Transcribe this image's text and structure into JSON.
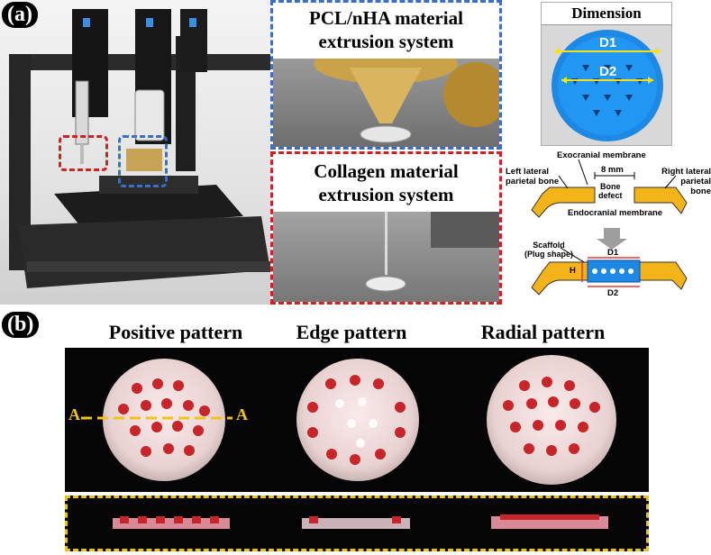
{
  "panel_a": {
    "label": "(a)",
    "pcl_title_line1": "PCL/nHA material",
    "pcl_title_line2": "extrusion system",
    "collagen_title_line1": "Collagen material",
    "collagen_title_line2": "extrusion system",
    "dimension_title": "Dimension",
    "d1": "D1",
    "d2": "D2",
    "exocranial": "Exocranial membrane",
    "left_lateral_line1": "Left lateral",
    "left_lateral_line2": "parietal bone",
    "right_lateral_line1": "Right lateral",
    "right_lateral_line2": "parietal bone",
    "mm": "8 mm",
    "bone_defect_line1": "Bone",
    "bone_defect_line2": "defect",
    "endocranial": "Endocranial membrane",
    "scaffold_line1": "Scaffold",
    "scaffold_line2": "(Plug shape)",
    "h_label": "H",
    "d1_small": "D1",
    "d2_small": "D2"
  },
  "panel_b": {
    "label": "(b)",
    "positive": "Positive pattern",
    "edge": "Edge pattern",
    "radial": "Radial pattern",
    "section_left": "A",
    "section_right": "A"
  },
  "colors": {
    "blue_dash": "#3a6fc4",
    "red_dash": "#cc2222",
    "yellow_dash": "#e6c21a",
    "scaffold_blue": "#1e88e5",
    "bone_yellow": "#f2b418"
  }
}
